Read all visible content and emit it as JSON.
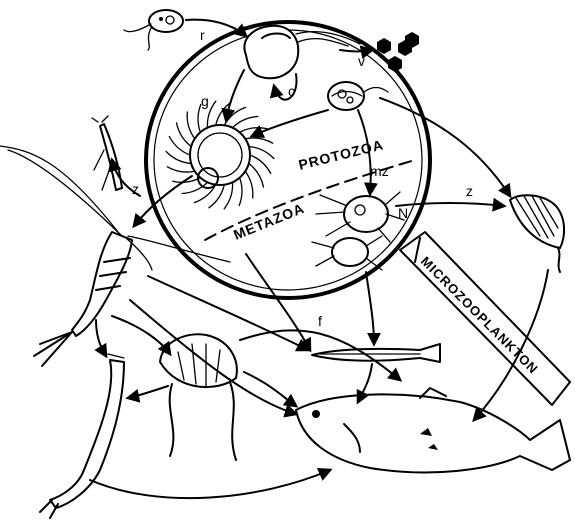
{
  "diagram": {
    "labels": {
      "r": "r",
      "c": "c",
      "v": "v",
      "g": "g",
      "z_left": "z",
      "z_right": "z",
      "mz": "mz",
      "n": "N",
      "f": "f",
      "protozoa": "PROTOZOA",
      "metazoa": "METAZOA",
      "microzooplankton": "MICROZOOPLANKTON"
    }
  }
}
